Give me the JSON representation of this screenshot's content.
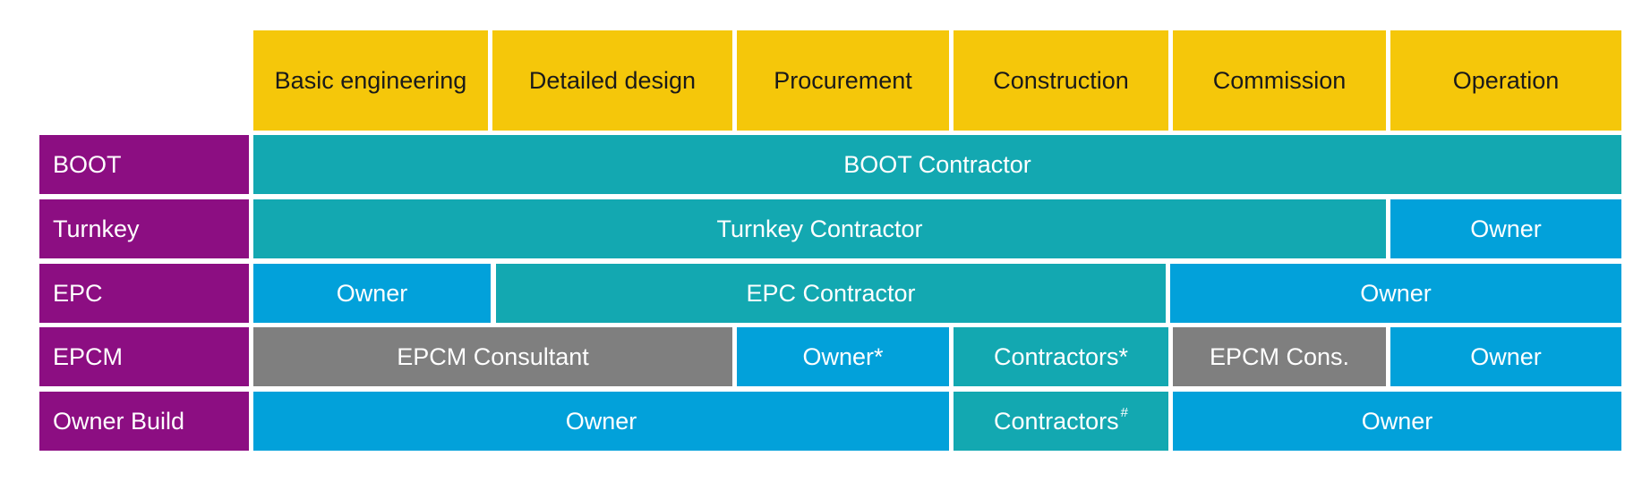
{
  "phases": [
    "Basic engineering",
    "Detailed design",
    "Procurement",
    "Construction",
    "Commission",
    "Operation"
  ],
  "rows": [
    {
      "label": "BOOT",
      "segments": [
        {
          "text": "BOOT Contractor",
          "color": "teal"
        }
      ]
    },
    {
      "label": "Turnkey",
      "segments": [
        {
          "text": "Turnkey Contractor",
          "color": "teal"
        },
        {
          "text": "Owner",
          "color": "blue"
        }
      ]
    },
    {
      "label": "EPC",
      "segments": [
        {
          "text": "Owner",
          "color": "blue"
        },
        {
          "text": "EPC Contractor",
          "color": "teal"
        },
        {
          "text": "Owner",
          "color": "blue"
        }
      ]
    },
    {
      "label": "EPCM",
      "segments": [
        {
          "text": "EPCM Consultant",
          "color": "gray"
        },
        {
          "text": "Owner*",
          "color": "blue"
        },
        {
          "text": "Contractors*",
          "color": "teal"
        },
        {
          "text": "EPCM Cons.",
          "color": "gray"
        },
        {
          "text": "Owner",
          "color": "blue"
        }
      ]
    },
    {
      "label": "Owner Build",
      "segments": [
        {
          "text": "Owner",
          "color": "blue"
        },
        {
          "text": "Contractors",
          "sup": "#",
          "color": "teal"
        },
        {
          "text": "Owner",
          "color": "blue"
        }
      ]
    }
  ],
  "colors": {
    "phase": "#f5c70a",
    "row_label": "#8c0e82",
    "teal": "#13a8b1",
    "blue": "#02a1da",
    "gray": "#7f7f7f"
  }
}
